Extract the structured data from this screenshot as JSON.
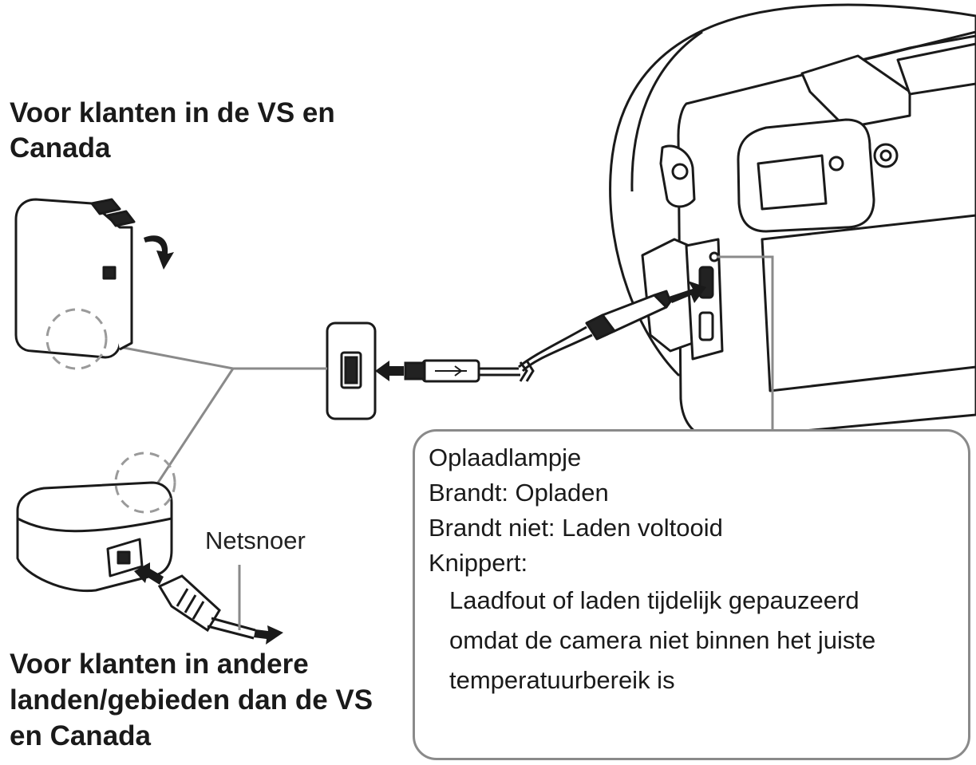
{
  "headings": {
    "us_canada": [
      "Voor klanten in de VS en",
      "Canada"
    ],
    "other_regions": [
      "Voor klanten in andere",
      "landen/gebieden dan de VS",
      "en Canada"
    ]
  },
  "labels": {
    "power_cord": "Netsnoer"
  },
  "callout": {
    "title": "Oplaadlampje",
    "on": "Brandt: Opladen",
    "off": "Brandt niet: Laden voltooid",
    "blinking": "Knippert:",
    "blinking_detail": [
      "Laadfout of laden tijdelijk gepauzeerd",
      "omdat de camera niet binnen het juiste",
      "temperatuurbereik is"
    ]
  },
  "colors": {
    "line": "#1a1a1a",
    "leader": "#8a8a8a",
    "dashed_circle": "#9a9a9a",
    "background": "#ffffff"
  },
  "icons": [
    "camera-body",
    "usb-ac-adapter-us",
    "usb-ac-adapter-other",
    "usb-port",
    "usb-cable",
    "power-plug",
    "arrow-icon",
    "rotate-arrow-icon"
  ]
}
